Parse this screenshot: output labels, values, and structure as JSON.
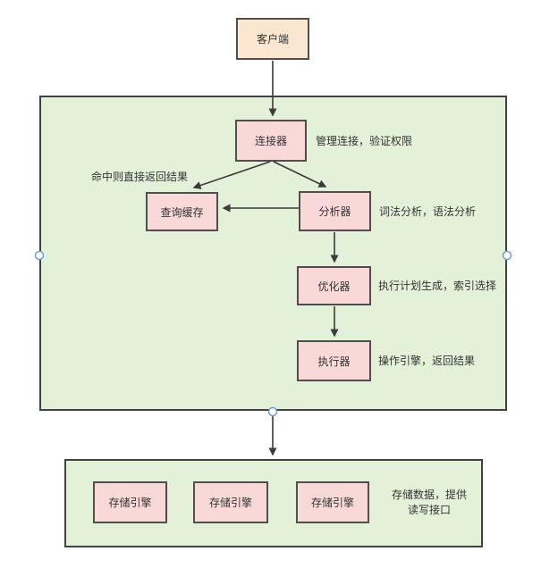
{
  "diagram": {
    "client": {
      "label": "客户端"
    },
    "server_layer": {
      "connector": {
        "label": "连接器",
        "note": "管理连接，验证权限"
      },
      "cache_hint": "命中则直接返回结果",
      "query_cache": {
        "label": "查询缓存"
      },
      "analyzer": {
        "label": "分析器",
        "note": "词法分析，语法分析"
      },
      "optimizer": {
        "label": "优化器",
        "note": "执行计划生成，索引选择"
      },
      "executor": {
        "label": "执行器",
        "note": "操作引擎，返回结果"
      }
    },
    "storage_layer": {
      "engines": [
        "存储引擎",
        "存储引擎",
        "存储引擎"
      ],
      "note_line1": "存储数据，提供",
      "note_line2": "读写接口"
    }
  },
  "colors": {
    "canvas_bg": "#ffffff",
    "container_fill": "#e3f1d8",
    "container_border": "#424242",
    "node_pink_fill": "#f8d9d7",
    "node_peach_fill": "#fbe6d2",
    "node_border": "#4f4f4f",
    "edge_color": "#3b3b3b",
    "handle_stroke": "#6b9fd8",
    "text_color": "#333333"
  }
}
